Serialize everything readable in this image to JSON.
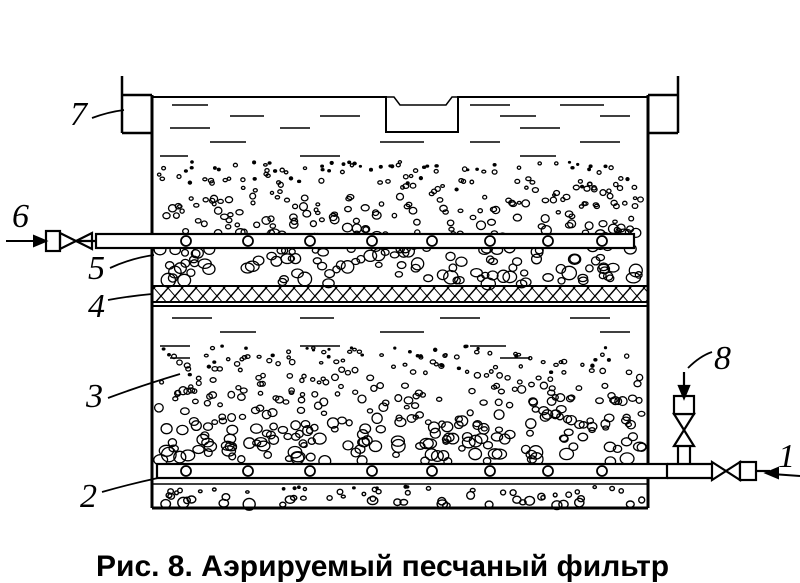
{
  "labels": {
    "l1": "1",
    "l2": "2",
    "l3": "3",
    "l4": "4",
    "l5": "5",
    "l6": "6",
    "l7": "7",
    "l8": "8"
  },
  "caption": "Рис. 8. Аэрируемый песчаный фильтр",
  "colors": {
    "ink": "#000000",
    "paper": "#ffffff"
  }
}
